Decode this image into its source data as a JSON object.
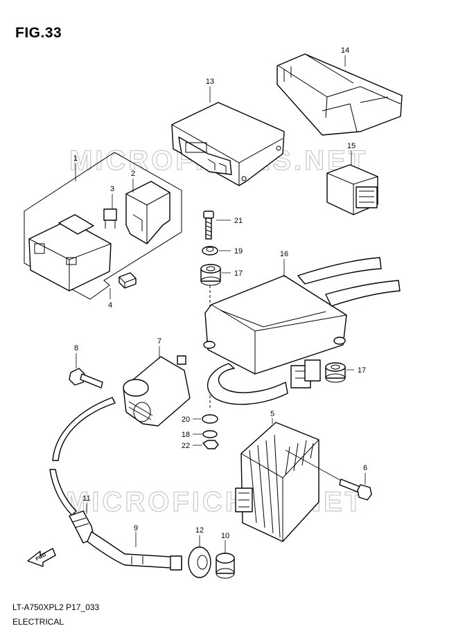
{
  "figure": {
    "title": "FIG.33",
    "code": "LT-A750XPL2 P17_033",
    "section": "ELECTRICAL"
  },
  "watermark": {
    "text_top": "MICROFICHES.NET",
    "text_bottom": "MICROFICHES.NET",
    "color": "#c8c8c8"
  },
  "direction_arrow": {
    "label": "FWD"
  },
  "callouts": {
    "c1": "1",
    "c2": "2",
    "c3": "3",
    "c4": "4",
    "c5": "5",
    "c6": "6",
    "c7": "7",
    "c8": "8",
    "c9": "9",
    "c10": "10",
    "c11": "11",
    "c12": "12",
    "c13": "13",
    "c14": "14",
    "c15": "15",
    "c16": "16",
    "c17a": "17",
    "c17b": "17",
    "c18": "18",
    "c19": "19",
    "c20": "20",
    "c21": "21",
    "c22": "22"
  }
}
